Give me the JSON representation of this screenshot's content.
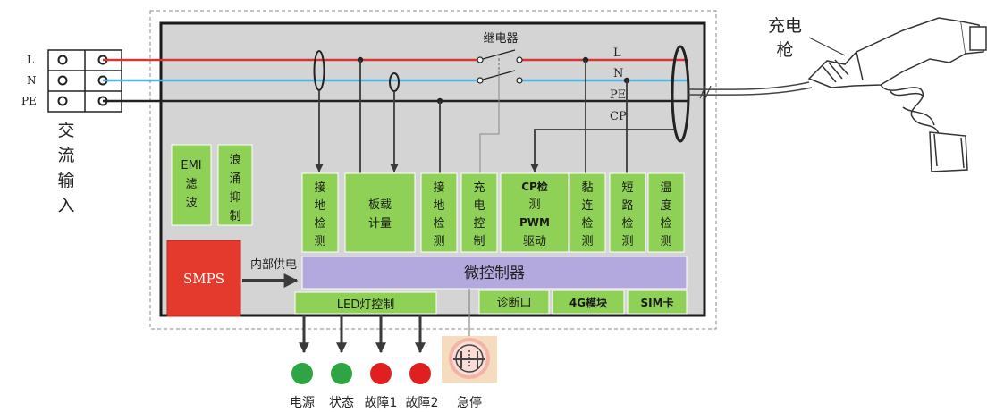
{
  "input": {
    "terminals": [
      "L",
      "N",
      "PE"
    ],
    "label": [
      "交",
      "流",
      "输",
      "入"
    ]
  },
  "relay_label": "继电器",
  "line_labels": {
    "l": "L",
    "n": "N",
    "pe": "PE",
    "cp": "CP"
  },
  "blocks": {
    "emi": [
      "EMI",
      "滤",
      "波"
    ],
    "surge": [
      "浪",
      "涌",
      "抑",
      "制"
    ],
    "ground1": [
      "接",
      "地",
      "检",
      "测"
    ],
    "metering": [
      "板载",
      "计量"
    ],
    "ground2": [
      "接",
      "地",
      "检",
      "测"
    ],
    "charge_ctrl": [
      "充",
      "电",
      "控",
      "制"
    ],
    "cp_pwm": [
      "CP检",
      "测",
      "PWM",
      "驱动"
    ],
    "stick": [
      "黏",
      "连",
      "检",
      "测"
    ],
    "short": [
      "短",
      "路",
      "检",
      "测"
    ],
    "temp": [
      "温",
      "度",
      "检",
      "测"
    ]
  },
  "smps_label": "SMPS",
  "internal_supply": "内部供电",
  "mcu_label": "微控制器",
  "led_control": "LED灯控制",
  "diagnostic_port": "诊断口",
  "module_4g": "4G模块",
  "sim_card": "SIM卡",
  "indicators": [
    {
      "label": "电源",
      "color": "#2ca542"
    },
    {
      "label": "状态",
      "color": "#2ca542"
    },
    {
      "label": "故障1",
      "color": "#e01f1f"
    },
    {
      "label": "故障2",
      "color": "#e01f1f"
    }
  ],
  "emergency_stop": "急停",
  "gun_label": [
    "充电",
    "枪"
  ],
  "colors": {
    "l_line": "#d93434",
    "n_line": "#4fb3e6",
    "pe_line": "#222222",
    "block_green": "#8fd056",
    "mcu_purple": "#b4a9de",
    "smps_red": "#e43a2d",
    "panel_gray": "#d4d4d4"
  }
}
